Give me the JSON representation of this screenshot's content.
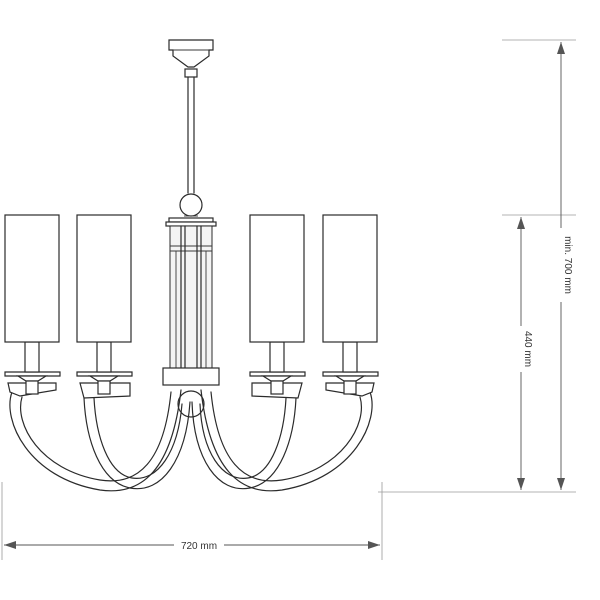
{
  "dimensions": {
    "width": {
      "label": "720 mm"
    },
    "height_body": {
      "label": "440 mm"
    },
    "height_total": {
      "label": "min. 700 mm"
    }
  },
  "colors": {
    "line": "#2b2b2b",
    "dimension": "#555555",
    "extension": "#9a9a9a",
    "background": "#ffffff"
  }
}
